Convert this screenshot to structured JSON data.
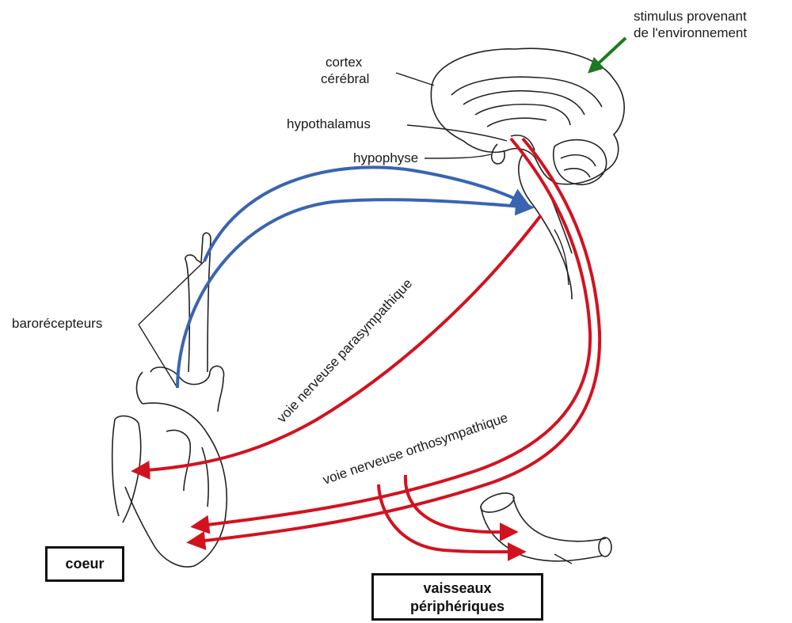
{
  "labels": {
    "stimulus_line1": "stimulus provenant",
    "stimulus_line2": "de l'environnement",
    "cortex_line1": "cortex",
    "cortex_line2": "cérébral",
    "hypothalamus": "hypothalamus",
    "hypophyse": "hypophyse",
    "barorecepteurs": "barorécepteurs",
    "voie_parasympathique": "voie nerveuse parasympathique",
    "voie_orthosympathique": "voie nerveuse orthosympathique"
  },
  "boxes": {
    "coeur": "coeur",
    "vaisseaux_line1": "vaisseaux",
    "vaisseaux_line2": "périphériques"
  },
  "colors": {
    "blue_pathway": "#3a64b0",
    "red_pathway": "#d3121f",
    "green_arrow": "#1f7a1f",
    "outline": "#222222"
  }
}
